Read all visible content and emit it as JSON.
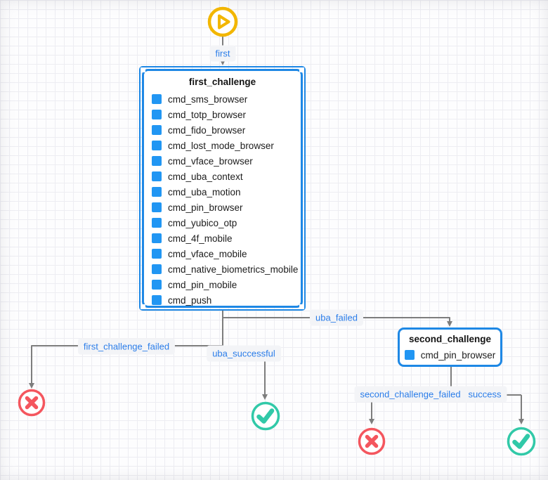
{
  "start": {
    "icon": "play-icon",
    "edge_label": "first"
  },
  "nodes": {
    "first_challenge": {
      "title": "first_challenge",
      "selected": true,
      "items": [
        "cmd_sms_browser",
        "cmd_totp_browser",
        "cmd_fido_browser",
        "cmd_lost_mode_browser",
        "cmd_vface_browser",
        "cmd_uba_context",
        "cmd_uba_motion",
        "cmd_pin_browser",
        "cmd_yubico_otp",
        "cmd_4f_mobile",
        "cmd_vface_mobile",
        "cmd_native_biometrics_mobile",
        "cmd_pin_mobile",
        "cmd_push"
      ]
    },
    "second_challenge": {
      "title": "second_challenge",
      "selected": false,
      "items": [
        "cmd_pin_browser"
      ]
    }
  },
  "edge_labels": {
    "first": "first",
    "uba_failed": "uba_failed",
    "first_challenge_failed": "first_challenge_failed",
    "uba_successful": "uba_successful",
    "second_challenge_failed": "second_challenge_failed",
    "success": "success"
  },
  "terminals": {
    "fail_icon": "x-circle-icon",
    "success_icon": "check-circle-icon"
  },
  "colors": {
    "node_border": "#1e88e5",
    "item_square": "#2196f3",
    "edge_line": "#7d7d7d",
    "edge_label_text": "#2b7de9",
    "start_yellow": "#f2b600",
    "fail_red": "#f4565e",
    "success_green": "#31c9a8"
  }
}
